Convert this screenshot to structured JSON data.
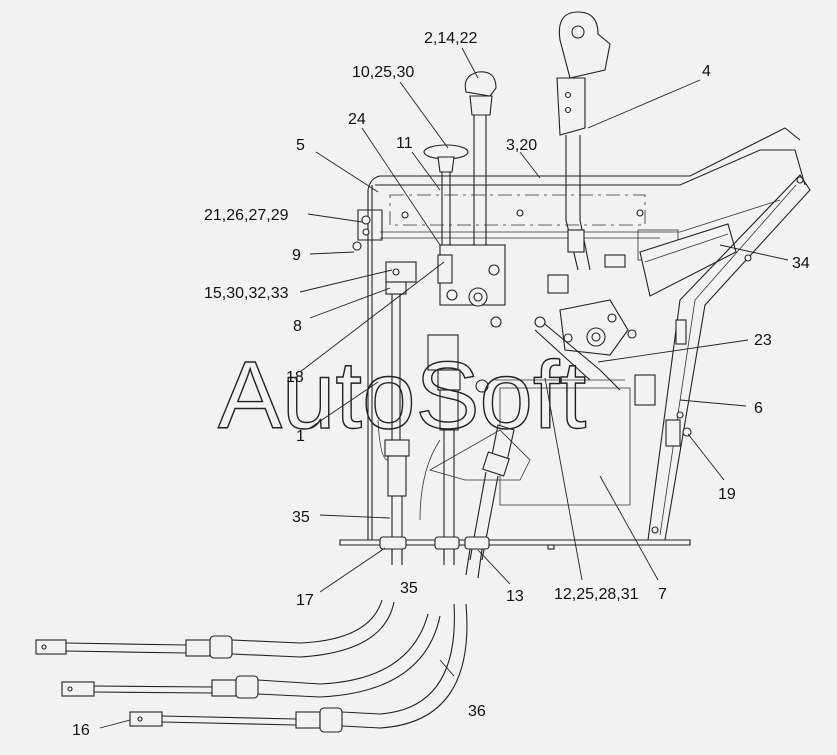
{
  "callouts": [
    {
      "id": "c_2_14_22",
      "text": "2,14,22"
    },
    {
      "id": "c_4",
      "text": "4"
    },
    {
      "id": "c_10_25_30",
      "text": "10,25,30"
    },
    {
      "id": "c_24",
      "text": "24"
    },
    {
      "id": "c_11",
      "text": "11"
    },
    {
      "id": "c_3_20",
      "text": "3,20"
    },
    {
      "id": "c_5",
      "text": "5"
    },
    {
      "id": "c_21_26_27_29",
      "text": "21,26,27,29"
    },
    {
      "id": "c_9",
      "text": "9"
    },
    {
      "id": "c_34",
      "text": "34"
    },
    {
      "id": "c_15_30_32_33",
      "text": "15,30,32,33"
    },
    {
      "id": "c_8",
      "text": "8"
    },
    {
      "id": "c_23",
      "text": "23"
    },
    {
      "id": "c_18",
      "text": "18"
    },
    {
      "id": "c_6",
      "text": "6"
    },
    {
      "id": "c_1",
      "text": "1"
    },
    {
      "id": "c_19",
      "text": "19"
    },
    {
      "id": "c_35a",
      "text": "35"
    },
    {
      "id": "c_17",
      "text": "17"
    },
    {
      "id": "c_13",
      "text": "13"
    },
    {
      "id": "c_12_25_28_31",
      "text": "12,25,28,31"
    },
    {
      "id": "c_7",
      "text": "7"
    },
    {
      "id": "c_35b",
      "text": "35"
    },
    {
      "id": "c_36",
      "text": "36"
    },
    {
      "id": "c_16",
      "text": "16"
    }
  ],
  "watermark": "AutoSoft",
  "colors": {
    "background": "#f2f2f2",
    "line": "#222222"
  }
}
